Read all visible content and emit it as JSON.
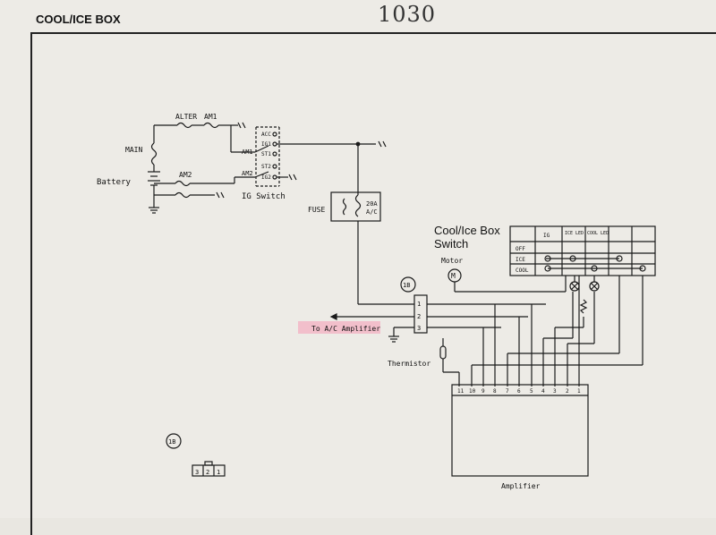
{
  "page": {
    "title": "COOL/ICE BOX",
    "handwritten_number": "1030"
  },
  "diagram": {
    "battery": {
      "main_label": "MAIN",
      "battery_label": "Battery"
    },
    "fuses_top": {
      "alter": "ALTER",
      "am1": "AM1",
      "am2": "AM2"
    },
    "ig_switch": {
      "label": "IG Switch",
      "am1": "AM1",
      "am2": "AM2",
      "terminals": [
        "ACC",
        "IG1",
        "ST1",
        "ST2",
        "IG2"
      ]
    },
    "fuse": {
      "label": "FUSE",
      "rating_line1": "20A",
      "rating_line2": "A/C"
    },
    "cool_ice_switch": {
      "title_line1": "Cool/Ice Box",
      "title_line2": "Switch",
      "headers": [
        "IG",
        "ICE LED",
        "COOL LED"
      ],
      "rows": [
        "OFF",
        "ICE",
        "COOL"
      ]
    },
    "motor": {
      "label": "Motor",
      "symbol": "M"
    },
    "connector": {
      "id": "1B",
      "pins": [
        "1",
        "2",
        "3"
      ],
      "to_label": "To A/C Amplifier"
    },
    "thermistor": {
      "label": "Thermistor"
    },
    "amplifier": {
      "label": "Amplifier",
      "pins": [
        "11",
        "10",
        "9",
        "8",
        "7",
        "6",
        "5",
        "4",
        "3",
        "2",
        "1"
      ]
    },
    "connector_view": {
      "id": "1B",
      "pins": [
        "3",
        "2",
        "1"
      ]
    }
  }
}
